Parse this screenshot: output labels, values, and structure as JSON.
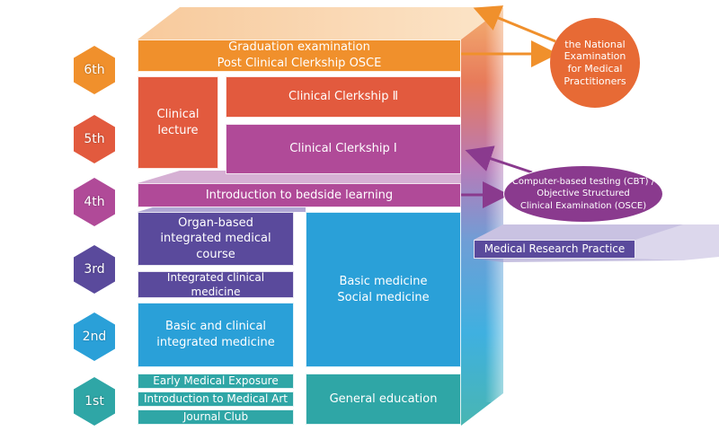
{
  "years": [
    {
      "label": "6th",
      "color": "#f0902c"
    },
    {
      "label": "5th",
      "color": "#e25a3e"
    },
    {
      "label": "4th",
      "color": "#b04a98"
    },
    {
      "label": "3rd",
      "color": "#5a4a9c"
    },
    {
      "label": "2nd",
      "color": "#2aa0d8"
    },
    {
      "label": "1st",
      "color": "#2fa6a6"
    }
  ],
  "blocks": {
    "graduation": "Graduation examination\nPost Clinical Clerkship OSCE",
    "clinical_lecture": "Clinical\nlecture",
    "clerkship_2": "Clinical Clerkship Ⅱ",
    "clerkship_1": "Clinical Clerkship Ⅰ",
    "bedside": "Introduction to bedside learning",
    "organ_based": "Organ-based\nintegrated medical\ncourse",
    "integrated_clinical": "Integrated clinical medicine",
    "basic_clinical": "Basic and clinical\nintegrated medicine",
    "early_exposure": "Early Medical Exposure",
    "intro_medical_art": "Introduction to Medical Art",
    "journal_club": "Journal Club",
    "basic_social": "Basic medicine\nSocial medicine",
    "general_education": "General education",
    "research": "Medical Research Practice"
  },
  "bubbles": {
    "national_exam": "the National\nExamination\nfor Medical\nPractitioners",
    "cbt": "Computer-based testing (CBT) /\nObjective Structured\nClinical Examination (OSCE)"
  },
  "colors": {
    "orange": "#f0902c",
    "red": "#e25a3e",
    "magenta": "#b04a98",
    "purple": "#5a4a9c",
    "blue": "#2aa0d8",
    "teal": "#2fa6a6"
  }
}
